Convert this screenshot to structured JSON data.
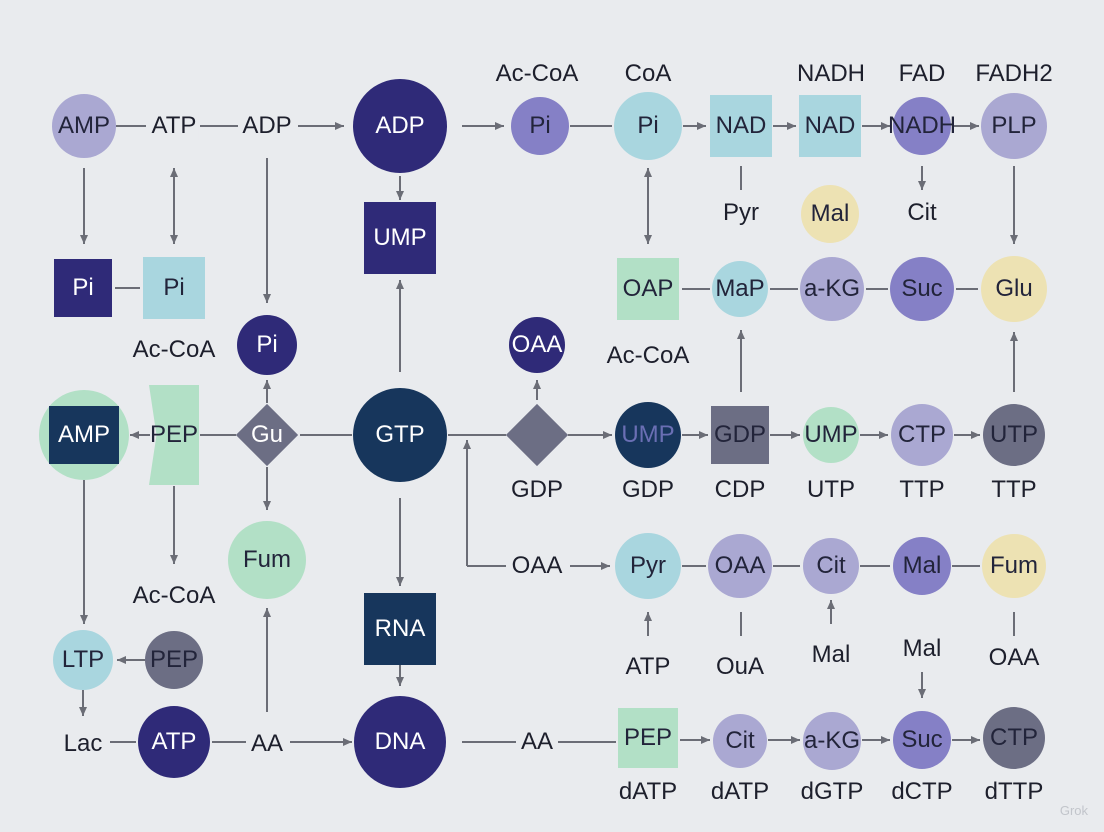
{
  "watermark": "Grok",
  "nodes": [
    {
      "id": "n1",
      "text": "AMP",
      "shape": "circle",
      "fill": "#aaa8d2"
    },
    {
      "id": "n2",
      "text": "ADP",
      "shape": "circle",
      "fill": "#2f2a78",
      "dark": true
    },
    {
      "id": "n3",
      "text": "Pi",
      "shape": "circle",
      "fill": "#8580c6"
    },
    {
      "id": "n4",
      "text": "Pi",
      "shape": "circle",
      "fill": "#a9d6df"
    },
    {
      "id": "n5",
      "text": "NAD",
      "shape": "square",
      "fill": "#a9d6df"
    },
    {
      "id": "n6",
      "text": "NAD",
      "shape": "square",
      "fill": "#a9d6df"
    },
    {
      "id": "n7",
      "text": "NADH",
      "shape": "circle",
      "fill": "#8580c6"
    },
    {
      "id": "n8",
      "text": "PLP",
      "shape": "circle",
      "fill": "#aaa8d2"
    },
    {
      "id": "n9",
      "text": "UMP",
      "shape": "square",
      "fill": "#2f2a78",
      "dark": true
    },
    {
      "id": "n10",
      "text": "Mal",
      "shape": "circle",
      "fill": "#ede2b3"
    },
    {
      "id": "n11",
      "text": "Pi",
      "shape": "square",
      "fill": "#2f2a78",
      "dark": true
    },
    {
      "id": "n12",
      "text": "Pi",
      "shape": "square",
      "fill": "#a9d6df"
    },
    {
      "id": "n13",
      "text": "OAP",
      "shape": "square",
      "fill": "#b2e0c6"
    },
    {
      "id": "n14",
      "text": "MaP",
      "shape": "circle",
      "fill": "#a9d6df"
    },
    {
      "id": "n15",
      "text": "a-KG",
      "shape": "circle",
      "fill": "#aaa8d2"
    },
    {
      "id": "n16",
      "text": "Suc",
      "shape": "circle",
      "fill": "#8580c6"
    },
    {
      "id": "n17",
      "text": "Glu",
      "shape": "circle",
      "fill": "#ede2b3"
    },
    {
      "id": "n18",
      "text": "Pi",
      "shape": "circle",
      "fill": "#2f2a78",
      "dark": true
    },
    {
      "id": "n19",
      "text": "OAA",
      "shape": "circle",
      "fill": "#2f2a78",
      "dark": true
    },
    {
      "id": "n20",
      "text": "AMP",
      "shape": "circle",
      "fill": "#b2e0c6"
    },
    {
      "id": "n21",
      "text": "PEP",
      "shape": "trap",
      "fill": "#b2e0c6"
    },
    {
      "id": "n22",
      "text": "Gu",
      "shape": "diamond",
      "fill": "#6c6e84"
    },
    {
      "id": "n23",
      "text": "GTP",
      "shape": "circle",
      "fill": "#17365c",
      "dark": true
    },
    {
      "id": "n24",
      "text": "",
      "shape": "diamond",
      "fill": "#6c6e84"
    },
    {
      "id": "n25",
      "text": "UMP",
      "shape": "circle",
      "fill": "#17365c"
    },
    {
      "id": "n26",
      "text": "GDP",
      "shape": "square",
      "fill": "#6c6e84"
    },
    {
      "id": "n27",
      "text": "UMP",
      "shape": "circle",
      "fill": "#b2e0c6"
    },
    {
      "id": "n28",
      "text": "CTP",
      "shape": "circle",
      "fill": "#aaa8d2"
    },
    {
      "id": "n29",
      "text": "UTP",
      "shape": "circle",
      "fill": "#6c6e84"
    },
    {
      "id": "n30",
      "text": "Fum",
      "shape": "circle",
      "fill": "#b2e0c6"
    },
    {
      "id": "n31",
      "text": "Pyr",
      "shape": "circle",
      "fill": "#a9d6df"
    },
    {
      "id": "n32",
      "text": "OAA",
      "shape": "circle",
      "fill": "#aaa8d2"
    },
    {
      "id": "n33",
      "text": "Cit",
      "shape": "circle",
      "fill": "#aaa8d2"
    },
    {
      "id": "n34",
      "text": "Mal",
      "shape": "circle",
      "fill": "#8580c6"
    },
    {
      "id": "n35",
      "text": "Fum",
      "shape": "circle",
      "fill": "#ede2b3"
    },
    {
      "id": "n36",
      "text": "RNA",
      "shape": "square",
      "fill": "#17365c",
      "dark": true
    },
    {
      "id": "n37",
      "text": "LTP",
      "shape": "circle",
      "fill": "#a9d6df"
    },
    {
      "id": "n38",
      "text": "PEP",
      "shape": "circle",
      "fill": "#6c6e84"
    },
    {
      "id": "n39",
      "text": "ATP",
      "shape": "circle",
      "fill": "#2f2a78",
      "dark": true
    },
    {
      "id": "n40",
      "text": "DNA",
      "shape": "circle",
      "fill": "#2f2a78",
      "dark": true
    },
    {
      "id": "n41",
      "text": "PEP",
      "shape": "square",
      "fill": "#b2e0c6"
    },
    {
      "id": "n42",
      "text": "Cit",
      "shape": "circle",
      "fill": "#aaa8d2"
    },
    {
      "id": "n43",
      "text": "a-KG",
      "shape": "circle",
      "fill": "#aaa8d2"
    },
    {
      "id": "n44",
      "text": "Suc",
      "shape": "circle",
      "fill": "#8580c6"
    },
    {
      "id": "n45",
      "text": "CTP",
      "shape": "circle",
      "fill": "#6c6e84"
    }
  ],
  "labels": [
    {
      "id": "l1",
      "text": "ATP"
    },
    {
      "id": "l2",
      "text": "ADP"
    },
    {
      "id": "l3",
      "text": "Ac-CoA"
    },
    {
      "id": "l4",
      "text": "CoA"
    },
    {
      "id": "l5",
      "text": "NADH"
    },
    {
      "id": "l6",
      "text": "FAD"
    },
    {
      "id": "l7",
      "text": "FADH2"
    },
    {
      "id": "l8",
      "text": "Pyr"
    },
    {
      "id": "l9",
      "text": "Cit"
    },
    {
      "id": "l10",
      "text": "Ac-CoA"
    },
    {
      "id": "l11",
      "text": "Ac-CoA"
    },
    {
      "id": "l12",
      "text": "GDP"
    },
    {
      "id": "l13",
      "text": "GDP"
    },
    {
      "id": "l14",
      "text": "CDP"
    },
    {
      "id": "l15",
      "text": "UTP"
    },
    {
      "id": "l16",
      "text": "TTP"
    },
    {
      "id": "l17",
      "text": "TTP"
    },
    {
      "id": "l18",
      "text": "Ac-CoA"
    },
    {
      "id": "l19",
      "text": "OAA"
    },
    {
      "id": "l20",
      "text": "ATP"
    },
    {
      "id": "l21",
      "text": "OuA"
    },
    {
      "id": "l22",
      "text": "Mal"
    },
    {
      "id": "l23",
      "text": "Mal"
    },
    {
      "id": "l24",
      "text": "OAA"
    },
    {
      "id": "l25",
      "text": "Lac"
    },
    {
      "id": "l26",
      "text": "AA"
    },
    {
      "id": "l27",
      "text": "AA"
    },
    {
      "id": "l28",
      "text": "dATP"
    },
    {
      "id": "l29",
      "text": "dATP"
    },
    {
      "id": "l30",
      "text": "dGTP"
    },
    {
      "id": "l31",
      "text": "dCTP"
    },
    {
      "id": "l32",
      "text": "dTTP"
    }
  ]
}
